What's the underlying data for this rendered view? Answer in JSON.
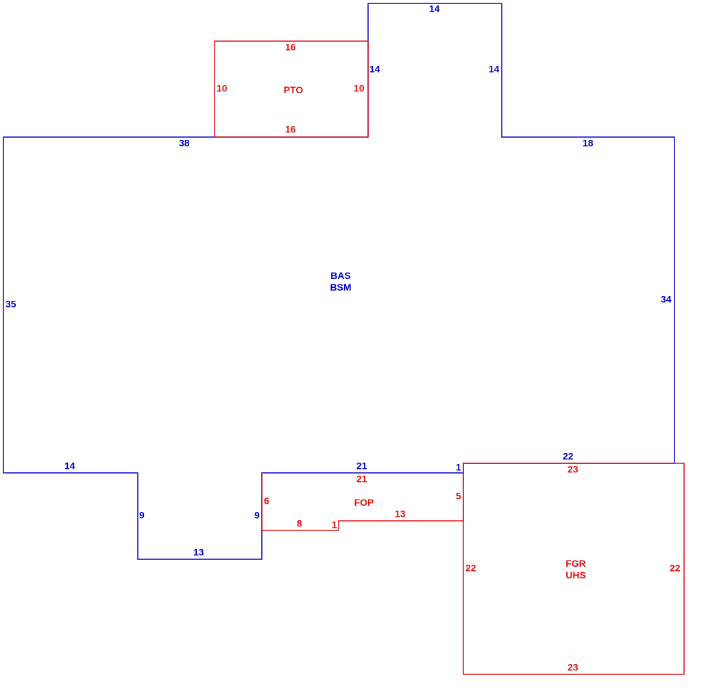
{
  "colors": {
    "main_outline": "#0000cc",
    "sub_area": "#dd1111",
    "background": "#ffffff"
  },
  "areas": {
    "main": {
      "line1": "BAS",
      "line2": "BSM"
    },
    "patio": {
      "line1": "PTO"
    },
    "porch": {
      "line1": "FOP"
    },
    "garage": {
      "line1": "FGR",
      "line2": "UHS"
    }
  },
  "dimensions": {
    "main": {
      "top_left": "38",
      "bump_left": "14",
      "bump_top": "14",
      "bump_right": "14",
      "top_right": "18",
      "right": "34",
      "bottom_right": "22",
      "notch": "1",
      "bottom_mid": "21",
      "inset_right": "9",
      "inset_bottom": "13",
      "inset_left": "9",
      "bottom_left": "14",
      "left": "35"
    },
    "patio": {
      "top": "16",
      "left": "10",
      "right": "10",
      "bottom": "16"
    },
    "porch": {
      "top": "21",
      "left": "6",
      "right": "5",
      "bottom_left": "8",
      "step": "1",
      "bottom_right": "13"
    },
    "garage": {
      "top": "23",
      "left": "22",
      "right": "22",
      "bottom": "23"
    }
  }
}
